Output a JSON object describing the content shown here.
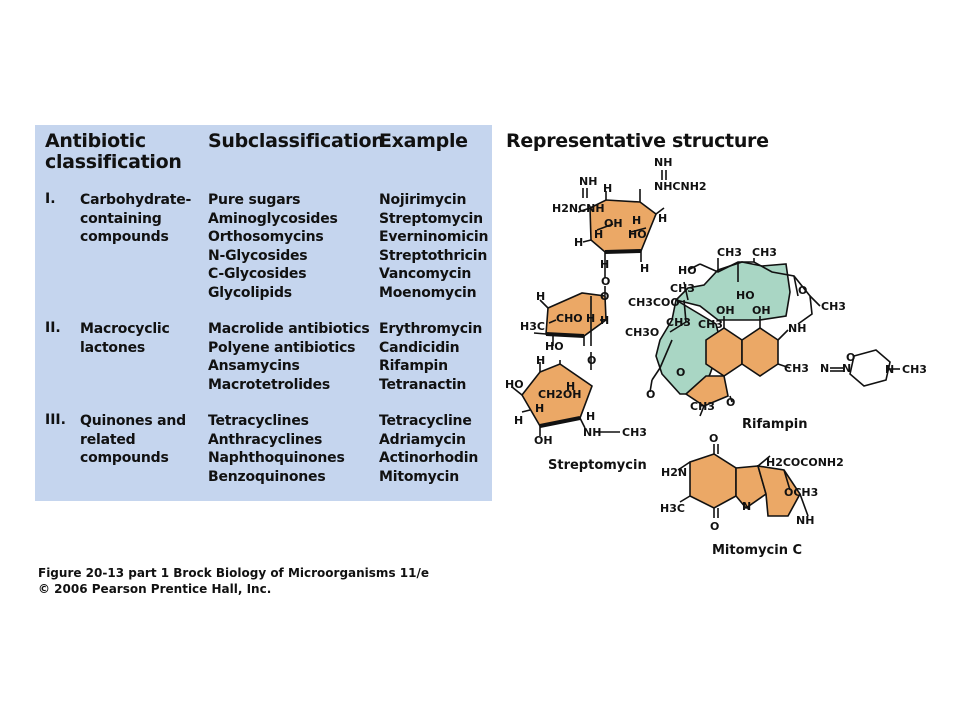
{
  "table": {
    "headers": {
      "classification_line1": "Antibiotic",
      "classification_line2": "classification",
      "subclassification": "Subclassification",
      "example": "Example"
    },
    "groups": [
      {
        "numeral": "I.",
        "class_lines": [
          "Carbohydrate-",
          "containing",
          "compounds"
        ],
        "subclasses": [
          "Pure sugars",
          "Aminoglycosides",
          "Orthosomycins",
          "N-Glycosides",
          "C-Glycosides",
          "Glycolipids"
        ],
        "examples": [
          "Nojirimycin",
          "Streptomycin",
          "Everninomicin",
          "Streptothricin",
          "Vancomycin",
          "Moenomycin"
        ]
      },
      {
        "numeral": "II.",
        "class_lines": [
          "Macrocyclic",
          "lactones"
        ],
        "subclasses": [
          "Macrolide antibiotics",
          "Polyene antibiotics",
          "Ansamycins",
          "Macrotetrolides"
        ],
        "examples": [
          "Erythromycin",
          "Candicidin",
          "Rifampin",
          "Tetranactin"
        ]
      },
      {
        "numeral": "III.",
        "class_lines": [
          "Quinones and",
          "related",
          "compounds"
        ],
        "subclasses": [
          "Tetracyclines",
          "Anthracyclines",
          "Naphthoquinones",
          "Benzoquinones"
        ],
        "examples": [
          "Tetracycline",
          "Adriamycin",
          "Actinorhodin",
          "Mitomycin"
        ]
      }
    ]
  },
  "structures": {
    "header": "Representative structure",
    "molecules": [
      {
        "name": "Streptomycin",
        "labels": [
          "NH",
          "H2NCNH",
          "H",
          "NH",
          "NHCNH2",
          "OH",
          "H",
          "H",
          "HO",
          "H",
          "H",
          "H",
          "H",
          "O",
          "H",
          "O",
          "H3C",
          "CHO",
          "H",
          "H",
          "HO",
          "O",
          "H",
          "HO",
          "CH2OH",
          "H",
          "H",
          "H",
          "H",
          "OH",
          "NH",
          "CH3"
        ]
      },
      {
        "name": "Rifampin",
        "labels": [
          "CH3",
          "CH3",
          "HO",
          "CH3",
          "HO",
          "O",
          "CH3COO",
          "CH3",
          "CH3O",
          "OH",
          "OH",
          "CH3",
          "NH",
          "O",
          "CH3",
          "CH3",
          "N",
          "N",
          "N",
          "CH3",
          "O",
          "CH3",
          "O",
          "O"
        ]
      },
      {
        "name": "Mitomycin C",
        "labels": [
          "O",
          "H2N",
          "H2COCONH2",
          "OCH3",
          "H3C",
          "N",
          "NH",
          "O"
        ]
      }
    ]
  },
  "caption": {
    "line1": "Figure 20-13 part 1  Brock Biology of Microorganisms 11/e",
    "line2": "© 2006 Pearson Prentice Hall, Inc."
  },
  "colors": {
    "panel": "#c5d5ee",
    "ring_orange": "#eba866",
    "macrocycle_green": "#a9d6c4"
  }
}
